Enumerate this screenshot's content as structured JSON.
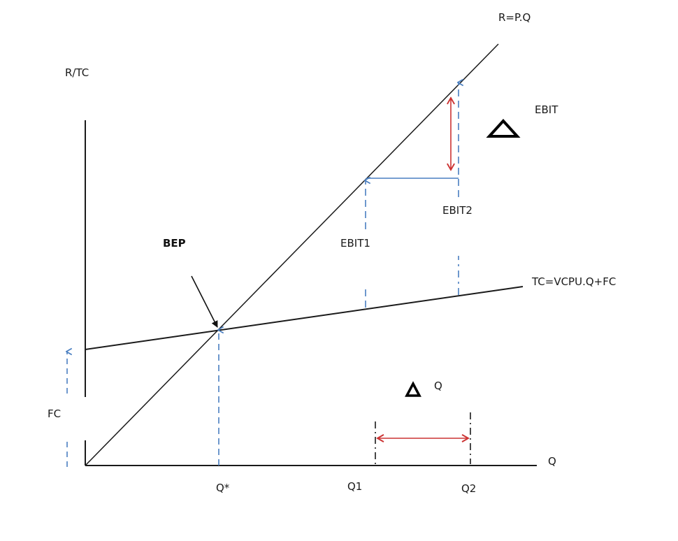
{
  "title": "Break-even and operating leverage diagram",
  "colors": {
    "line": "#1a1a1a",
    "guide_blue": "#4a7fc1",
    "delta_red": "#cc3333",
    "background": "#ffffff"
  },
  "axes": {
    "y_label": "R/TC",
    "x_label": "Q"
  },
  "curves": {
    "revenue_label": "R=P.Q",
    "total_cost_label": "TC=VCPU.Q+FC"
  },
  "annotations": {
    "bep_label": "BEP",
    "fc_label": "FC",
    "ebit1_label": "EBIT1",
    "ebit2_label": "EBIT2",
    "delta_ebit_symbol": "Δ",
    "delta_ebit_label": "EBIT",
    "delta_q_symbol": "Δ",
    "delta_q_label": "Q"
  },
  "x_ticks": {
    "q_star": "Q*",
    "q1": "Q1",
    "q2": "Q2"
  }
}
